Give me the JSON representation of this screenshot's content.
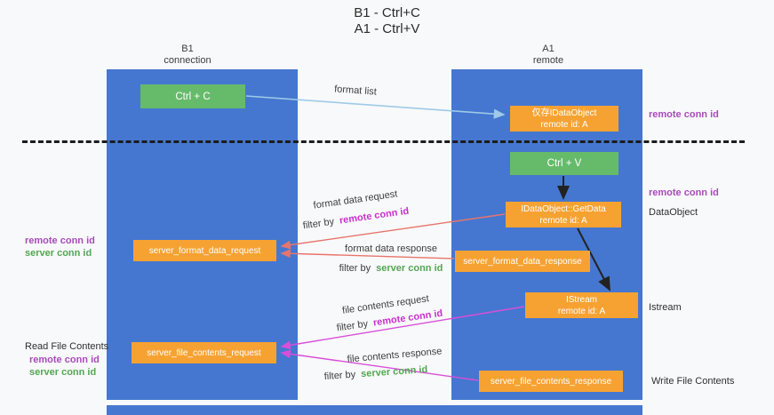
{
  "title": {
    "line1": "B1 - Ctrl+C",
    "line2": "A1 - Ctrl+V"
  },
  "columns": {
    "left": {
      "name": "B1",
      "subtitle": "connection"
    },
    "right": {
      "name": "A1",
      "subtitle": "remote"
    }
  },
  "boxes": {
    "ctrl_c": {
      "label": "Ctrl + C"
    },
    "ctrl_v": {
      "label": "Ctrl + V"
    },
    "idataobject": {
      "line1": "仅存IDataObject",
      "line2": "remote id: A"
    },
    "getdata": {
      "line1": "IDataObject::GetData",
      "line2": "remote id: A"
    },
    "istream": {
      "line1": "IStream",
      "line2": "remote id: A"
    },
    "format_request": {
      "label": "server_format_data_request"
    },
    "format_response": {
      "label": "server_format_data_response"
    },
    "file_request": {
      "label": "server_file_contents_request"
    },
    "file_response": {
      "label": "server_file_contents_response"
    }
  },
  "arrow_labels": {
    "format_list": "format list",
    "format_data_request": "format data request",
    "format_data_response": "format data response",
    "file_contents_request": "file contents request",
    "file_contents_response": "file contents response",
    "filter_by": "filter by",
    "remote_conn_id": "remote conn id",
    "server_conn_id": "server conn id"
  },
  "side_labels": {
    "remote_conn_id": "remote conn id",
    "server_conn_id": "server conn id",
    "dataobject": "DataObject",
    "istream": "Istream",
    "read_file_contents": "Read File Contents",
    "write_file_contents": "Write File Contents"
  },
  "colors": {
    "column_blue": "#4577d0",
    "box_green": "#66bb6a",
    "box_orange": "#f6a232",
    "arrow_blue": "#9ecae8",
    "arrow_red": "#e8756b",
    "arrow_magenta": "#d94ed9",
    "text_purple": "#a74cb8",
    "text_green": "#53a653",
    "text_magenta": "#cb2ecb"
  }
}
